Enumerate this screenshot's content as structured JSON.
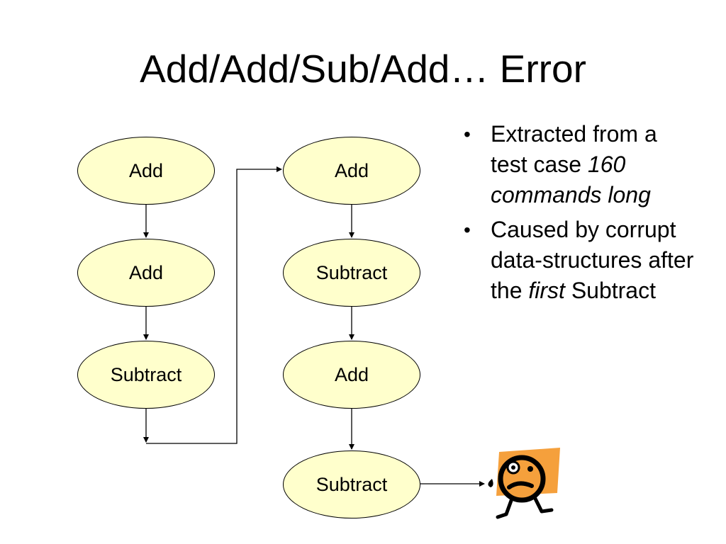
{
  "slide": {
    "title": "Add/Add/Sub/Add… Error"
  },
  "flow": {
    "left_column": [
      "Add",
      "Add",
      "Subtract"
    ],
    "right_column": [
      "Add",
      "Subtract",
      "Add",
      "Subtract"
    ]
  },
  "bullets": [
    {
      "marker": "•",
      "text_before": "Extracted from a test case ",
      "emphasis": "160 commands long",
      "text_after": ""
    },
    {
      "marker": "•",
      "text_before": "Caused by corrupt data-structures after the ",
      "emphasis": "first",
      "text_after": " Subtract"
    }
  ],
  "graphics": {
    "node_fill": "#ffffcc",
    "face_background": "#f5a03c",
    "face_icon": "distressed-face-icon"
  }
}
